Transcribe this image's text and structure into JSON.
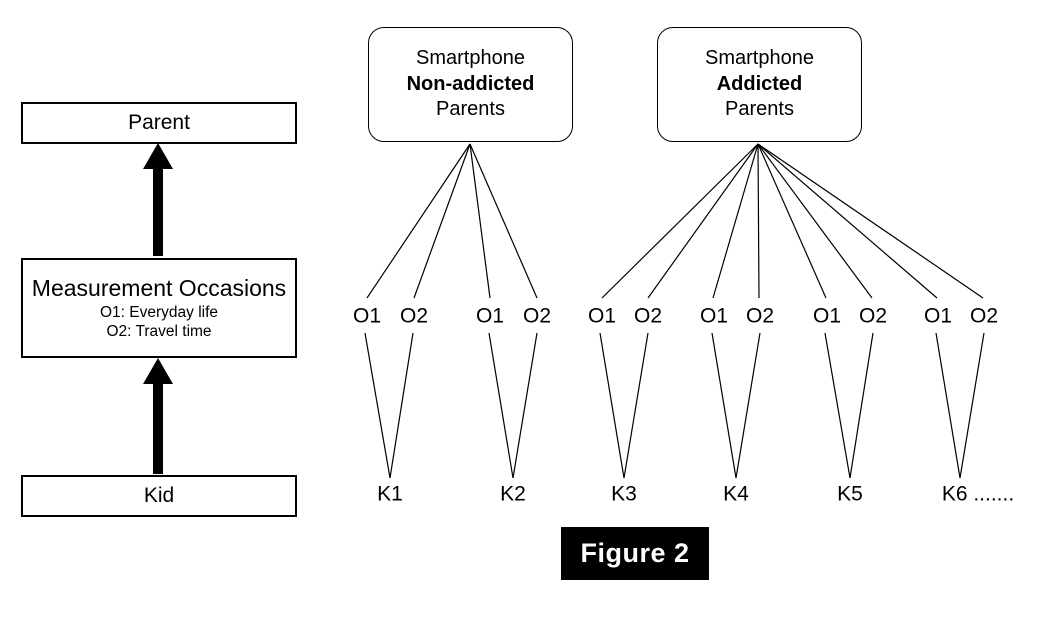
{
  "figure": {
    "caption": "Figure 2",
    "caption_bg": "#000000",
    "caption_fg": "#ffffff"
  },
  "left_panel": {
    "levels": [
      {
        "id": "parent",
        "title": "Parent",
        "sublines": []
      },
      {
        "id": "measurement-occasions",
        "title": "Measurement Occasions",
        "sublines": [
          "O1: Everyday life",
          "O2: Travel time"
        ]
      },
      {
        "id": "kid",
        "title": "Kid",
        "sublines": []
      }
    ],
    "arrows": [
      {
        "from": "measurement-occasions",
        "to": "parent",
        "style": "thick-up-arrow"
      },
      {
        "from": "kid",
        "to": "measurement-occasions",
        "style": "thick-up-arrow"
      }
    ]
  },
  "right_panel": {
    "groups": [
      {
        "id": "non-addicted",
        "lines": [
          {
            "text": "Smartphone",
            "bold": false
          },
          {
            "text": "Non-addicted",
            "bold": true
          },
          {
            "text": "Parents",
            "bold": false
          }
        ],
        "occasions": [
          "O1",
          "O2",
          "O1",
          "O2"
        ],
        "kids": [
          "K1",
          "K2"
        ]
      },
      {
        "id": "addicted",
        "lines": [
          {
            "text": "Smartphone",
            "bold": false
          },
          {
            "text": "Addicted",
            "bold": true
          },
          {
            "text": "Parents",
            "bold": false
          }
        ],
        "occasions": [
          "O1",
          "O2",
          "O1",
          "O2",
          "O1",
          "O2",
          "O1",
          "O2"
        ],
        "kids": [
          "K3",
          "K4",
          "K5",
          "K6 ......."
        ]
      }
    ]
  },
  "colors": {
    "stroke": "#000000",
    "fill": "#ffffff",
    "caption_bg": "#000000"
  }
}
